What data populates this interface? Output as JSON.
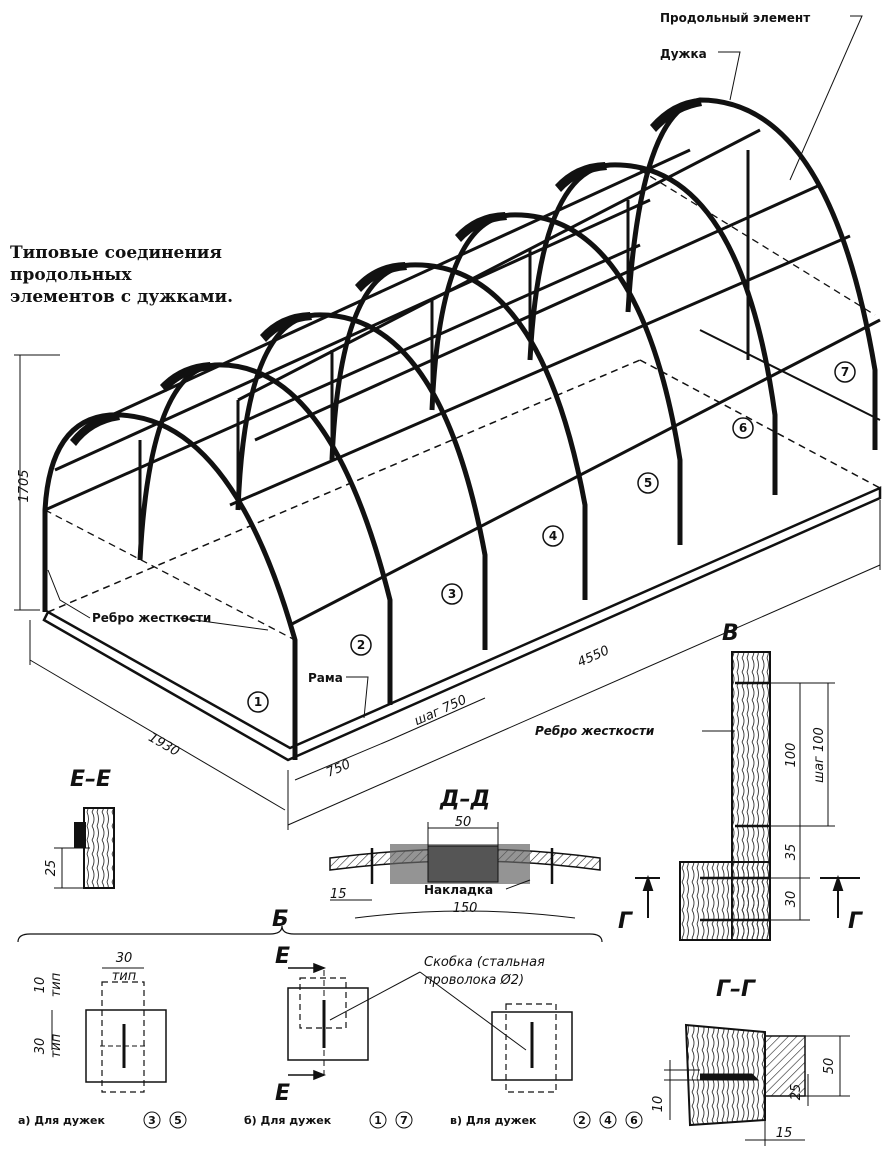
{
  "title": {
    "line1": "Типовые соединения",
    "line2": "продольных",
    "line3": "элементов с дужками."
  },
  "callouts": {
    "longitudinal": "Продольный элемент",
    "arch": "Дужка",
    "rib": "Ребро жесткости",
    "frame": "Рама"
  },
  "dimensions": {
    "height": "1705",
    "width": "1930",
    "length": "4550",
    "span": "750",
    "step": "шаг 750"
  },
  "arch_numbers": [
    "1",
    "2",
    "3",
    "4",
    "5",
    "6",
    "7"
  ],
  "section_ee": {
    "title": "Е–Е",
    "dim": "25"
  },
  "section_dd": {
    "title": "Д–Д",
    "dim_top": "50",
    "dim_left": "15",
    "dim_bottom": "150",
    "label": "Накладка"
  },
  "detail_v": {
    "title": "В",
    "rib": "Ребро жесткости",
    "dim_step": "шаг 100",
    "dim_100": "100",
    "dim_35": "35",
    "dim_30": "30",
    "cut": "Г"
  },
  "detail_b": {
    "title": "Б",
    "cut": "Е",
    "dim_30": "30",
    "tip": "тип",
    "dim_10": "10",
    "dim_30v": "30",
    "staple_line1": "Скобка (стальная",
    "staple_line2": "проволока Ø2)",
    "cap_a": "а) Для дужек",
    "cap_a_nums": [
      "3",
      "5"
    ],
    "cap_b": "б) Для дужек",
    "cap_b_nums": [
      "1",
      "7"
    ],
    "cap_c": "в) Для дужек",
    "cap_c_nums": [
      "2",
      "4",
      "6"
    ]
  },
  "section_gg": {
    "title": "Г–Г",
    "dim_50": "50",
    "dim_25": "25",
    "dim_10": "10",
    "dim_15": "15"
  }
}
